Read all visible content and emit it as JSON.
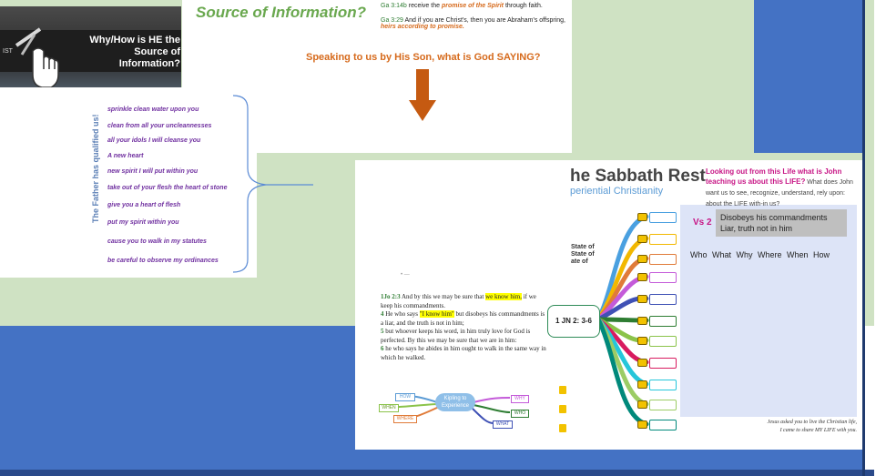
{
  "slide_top": {
    "title": "Source of Information?",
    "verse_a_ref": "Ga 3:14b",
    "verse_a_text": " receive the ",
    "verse_a_em": "promise of the Spirit",
    "verse_a_end": " through faith.",
    "verse_b_ref": "Ga 3:29",
    "verse_b_text": " And if you are Christ's, then you are Abraham's offspring,",
    "verse_b_em": "heirs according to promise.",
    "question": "Speaking to us by His Son, what is God SAYING?"
  },
  "thumbnail": {
    "title_line1": "Why/How is HE the Source of",
    "title_line2": "Information?",
    "tag": "IST"
  },
  "list_slide": {
    "vertical_label": "The Father has qualified us!",
    "items": [
      "sprinkle clean water upon you",
      "clean from all your uncleannesses",
      "all your idols I will cleanse you",
      "A new heart",
      "new spirit I will put within you",
      "take out of your flesh the heart of stone",
      "give you a heart of flesh",
      "put my spirit within you",
      "cause you to walk in my statutes",
      "be careful to observe my ordinances"
    ]
  },
  "right_slide": {
    "sabbath": "he Sabbath Rest",
    "experiential": "periential Christianity",
    "looking_title": "Looking out from this Life what is John teaching us about this LIFE?",
    "looking_rest": " What does John want us to see, recognize, understand, rely upon: about the LIFE with-in us?",
    "vs_label": "Vs 2",
    "disobeys_line1": "Disobeys his commandments",
    "disobeys_line2": "Liar, truth not in him",
    "questions": "Who What Why Where When How",
    "state_line1": "State of",
    "state_line2": "State of",
    "state_line3": "ate of",
    "center_node": "1 JN 2: 3-6",
    "scripture": {
      "ref1": "1Jo 2:3",
      "t1": " And by this we may be sure that ",
      "h1": "we know him,",
      "t1b": " if we keep his commandments.",
      "ref2": "4",
      "t2a": " He who says ",
      "h2": "\"I know him\"",
      "t2b": " but disobeys his commandments is a liar, and the truth is not in him;",
      "ref3": "5",
      "t3": " but whoever keeps his word, in him truly love for God is perfected. By this we may be sure that we are in him:",
      "ref4": "6",
      "t4": " he who says he abides in him ought to walk in the same way in which he walked."
    },
    "kipling": "Kipling to Experience",
    "kipling_boxes": [
      "HOW",
      "WHEN",
      "WHERE",
      "WHY",
      "WHO",
      "WHAT"
    ],
    "signature_line1": "Jesus asked you to live the Christian life,",
    "signature_line2": "I came to share MY LIFE with you."
  }
}
